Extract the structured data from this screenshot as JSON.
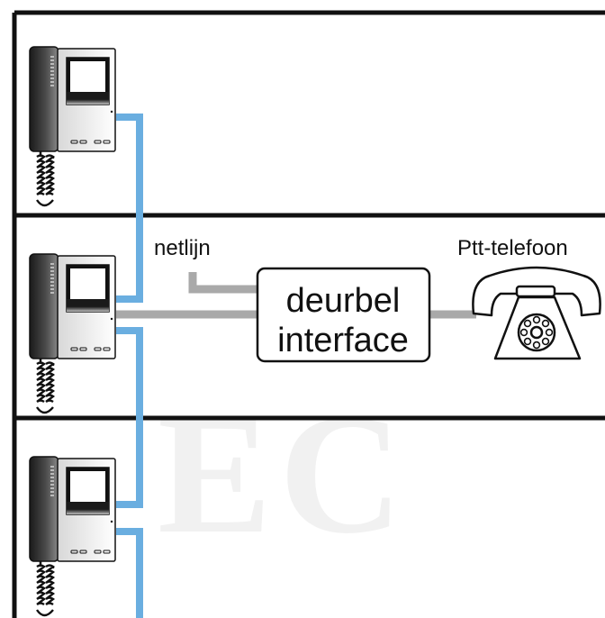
{
  "labels": {
    "netlijn": "netlijn",
    "telefoon": "Ptt-telefoon",
    "interface_line1": "deurbel",
    "interface_line2": "interface"
  },
  "watermark": {
    "letters": [
      "E",
      "C"
    ]
  },
  "units": [
    {
      "floor": 1
    },
    {
      "floor": 2
    },
    {
      "floor": 3
    }
  ],
  "colors": {
    "bus_line": "#6aaee0",
    "phone_line": "#a9a9a9",
    "frame": "#111111",
    "watermark": "#f0f0f0"
  }
}
